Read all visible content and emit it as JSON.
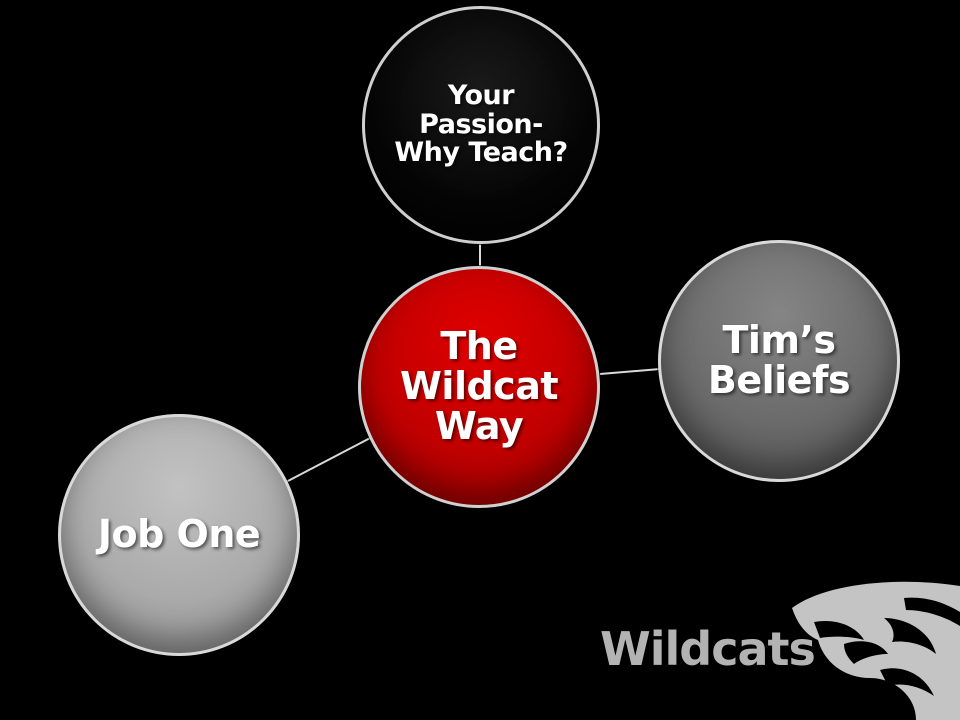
{
  "diagram": {
    "center": {
      "lines": [
        "The",
        "Wildcat",
        "Way"
      ]
    },
    "nodes": {
      "passion": {
        "lines": [
          "Your",
          "Passion-",
          "Why Teach?"
        ]
      },
      "beliefs": {
        "lines": [
          "Tim’s",
          "Beliefs"
        ]
      },
      "jobone": {
        "lines": [
          "Job One"
        ]
      }
    }
  },
  "brand": {
    "wordmark": "Wildcats",
    "logo_icon": "wildcat-head-icon"
  },
  "colors": {
    "background": "#000000",
    "center_fill": "#c00000",
    "passion_fill": "#050505",
    "beliefs_fill": "#6a6a6a",
    "jobone_fill": "#aaaaaa",
    "connector": "#d9d9d9",
    "wordmark": "#b3b3b3"
  }
}
